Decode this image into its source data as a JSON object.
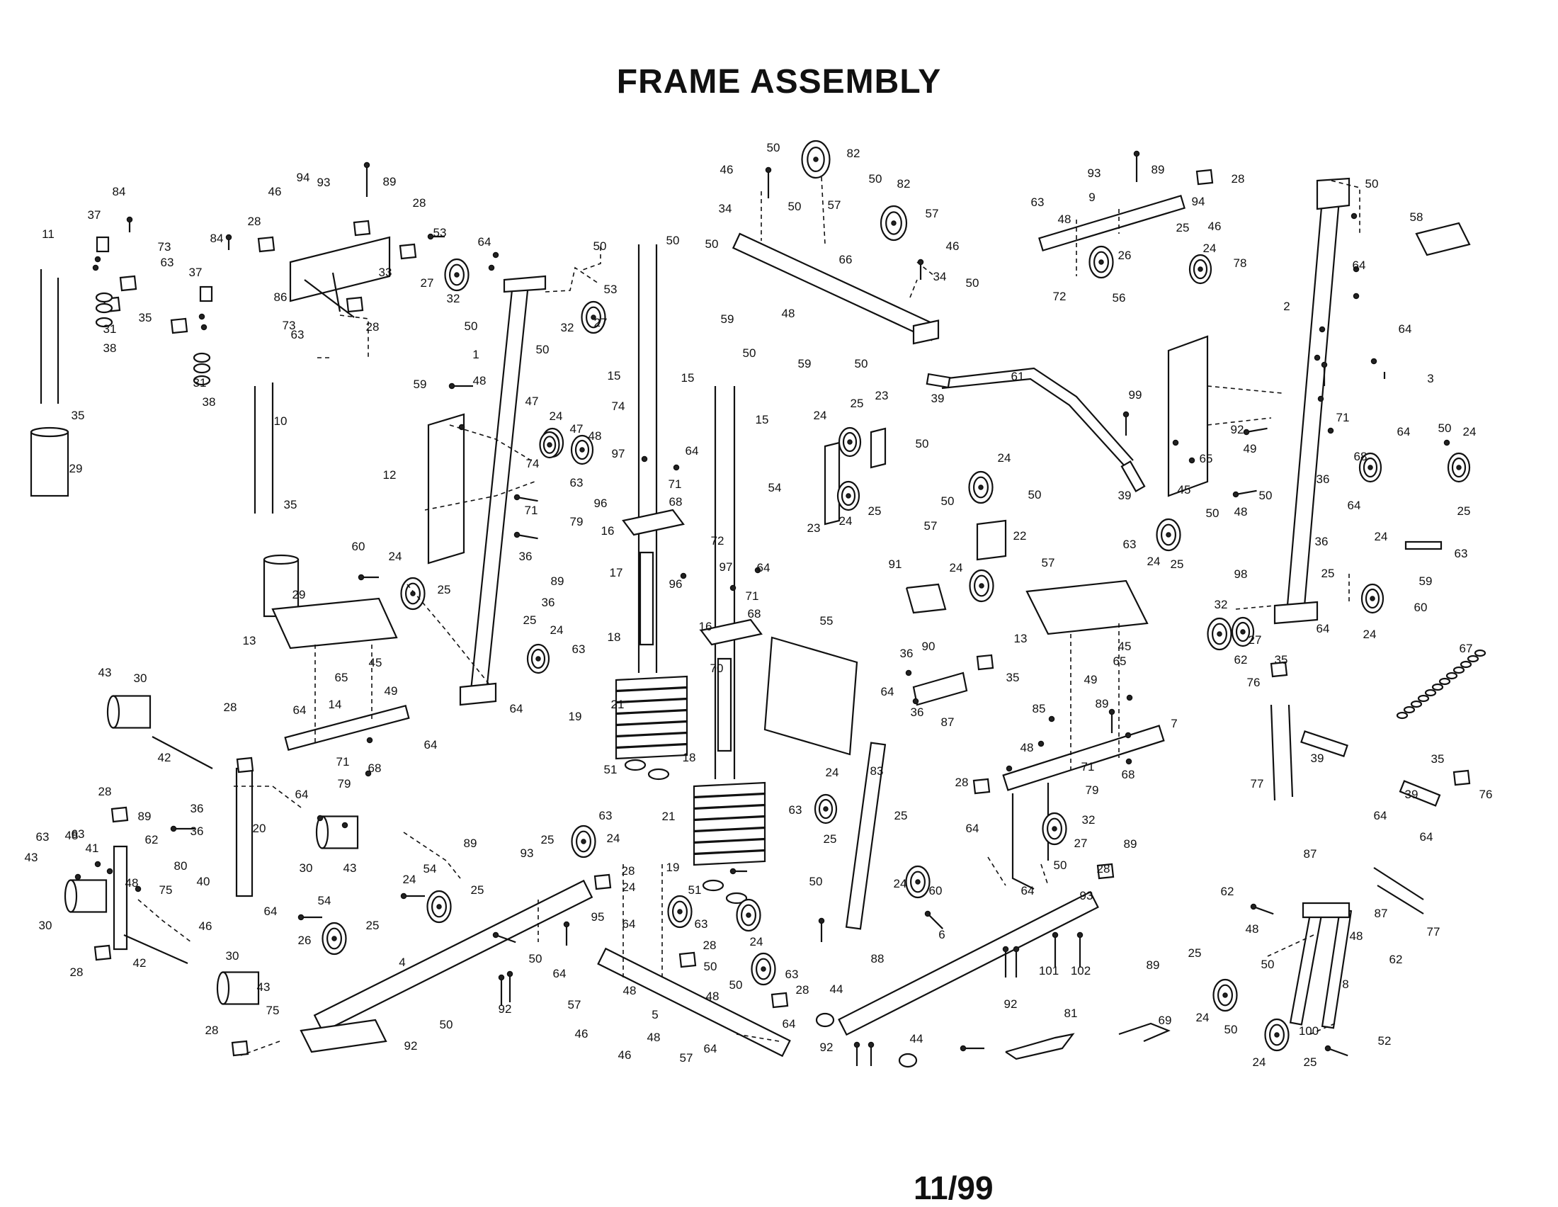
{
  "title": "FRAME ASSEMBLY",
  "page_number": "11/99",
  "callouts": [
    "1",
    "2",
    "3",
    "4",
    "5",
    "6",
    "7",
    "8",
    "9",
    "10",
    "11",
    "12",
    "13",
    "14",
    "15",
    "16",
    "17",
    "18",
    "19",
    "20",
    "21",
    "22",
    "23",
    "24",
    "25",
    "26",
    "27",
    "28",
    "29",
    "30",
    "31",
    "32",
    "33",
    "34",
    "35",
    "36",
    "37",
    "38",
    "39",
    "40",
    "41",
    "42",
    "43",
    "44",
    "45",
    "46",
    "47",
    "48",
    "49",
    "50",
    "51",
    "52",
    "53",
    "54",
    "55",
    "56",
    "57",
    "58",
    "59",
    "60",
    "61",
    "62",
    "63",
    "64",
    "65",
    "66",
    "67",
    "68",
    "69",
    "70",
    "71",
    "72",
    "73",
    "74",
    "75",
    "76",
    "77",
    "78",
    "79",
    "80",
    "81",
    "82",
    "83",
    "84",
    "85",
    "86",
    "87",
    "88",
    "89",
    "90",
    "91",
    "92",
    "93",
    "94",
    "95",
    "96",
    "97",
    "98",
    "99",
    "100",
    "101",
    "102"
  ]
}
